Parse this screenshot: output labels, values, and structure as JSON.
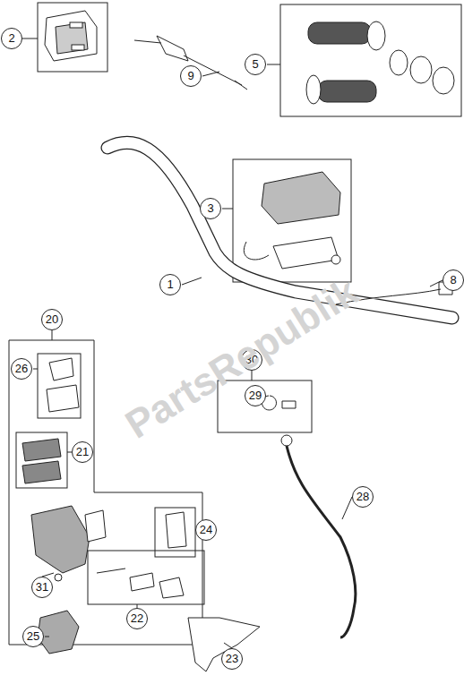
{
  "diagram": {
    "labels": [
      "2",
      "9",
      "5",
      "3",
      "1",
      "8",
      "20",
      "26",
      "21",
      "24",
      "30",
      "29",
      "28",
      "31",
      "22",
      "25",
      "23",
      "PartsRepublik"
    ]
  }
}
